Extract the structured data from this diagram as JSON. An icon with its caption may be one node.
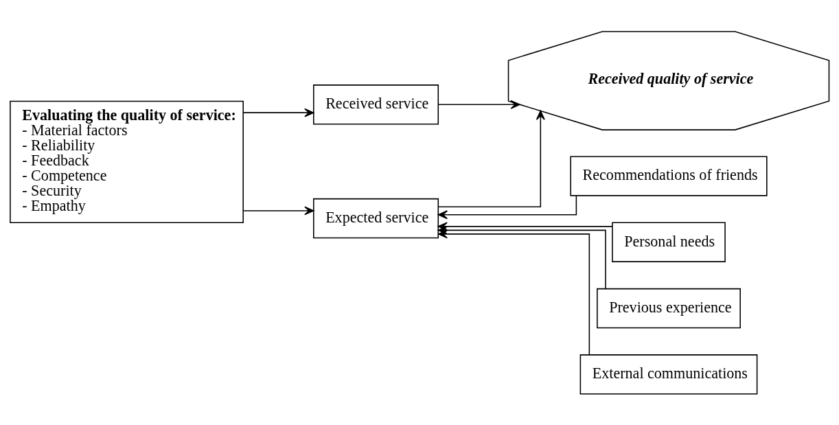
{
  "diagram": {
    "nodes": [
      {
        "text": [
          "Evaluating the quality of service:",
          "- Material factors",
          "- Reliability",
          "- Feedback",
          "- Competence",
          "- Security",
          "- Empathy"
        ]
      },
      {
        "text": [
          "Expected service"
        ]
      },
      {
        "text": [
          "Received service"
        ]
      },
      {
        "text": [
          "Received quality of service"
        ]
      },
      {
        "text": [
          "Recommendations of friends"
        ]
      },
      {
        "text": [
          "Personal needs"
        ]
      },
      {
        "text": [
          "Previous experience"
        ]
      },
      {
        "text": [
          "External communications"
        ]
      }
    ],
    "edges": [
      {
        "from": 0,
        "to": 1,
        "arrow": "to"
      },
      {
        "from": 0,
        "to": 2,
        "arrow": "to"
      },
      {
        "from": 4,
        "to": 1,
        "arrow": "to"
      },
      {
        "from": 5,
        "to": 1,
        "arrow": "to"
      },
      {
        "from": 6,
        "to": 1,
        "arrow": "to"
      },
      {
        "from": 7,
        "to": 1,
        "arrow": "to"
      },
      {
        "from": 2,
        "to": 3,
        "arrow": "to"
      },
      {
        "from": 1,
        "to": 3,
        "arrow": "to"
      }
    ]
  }
}
